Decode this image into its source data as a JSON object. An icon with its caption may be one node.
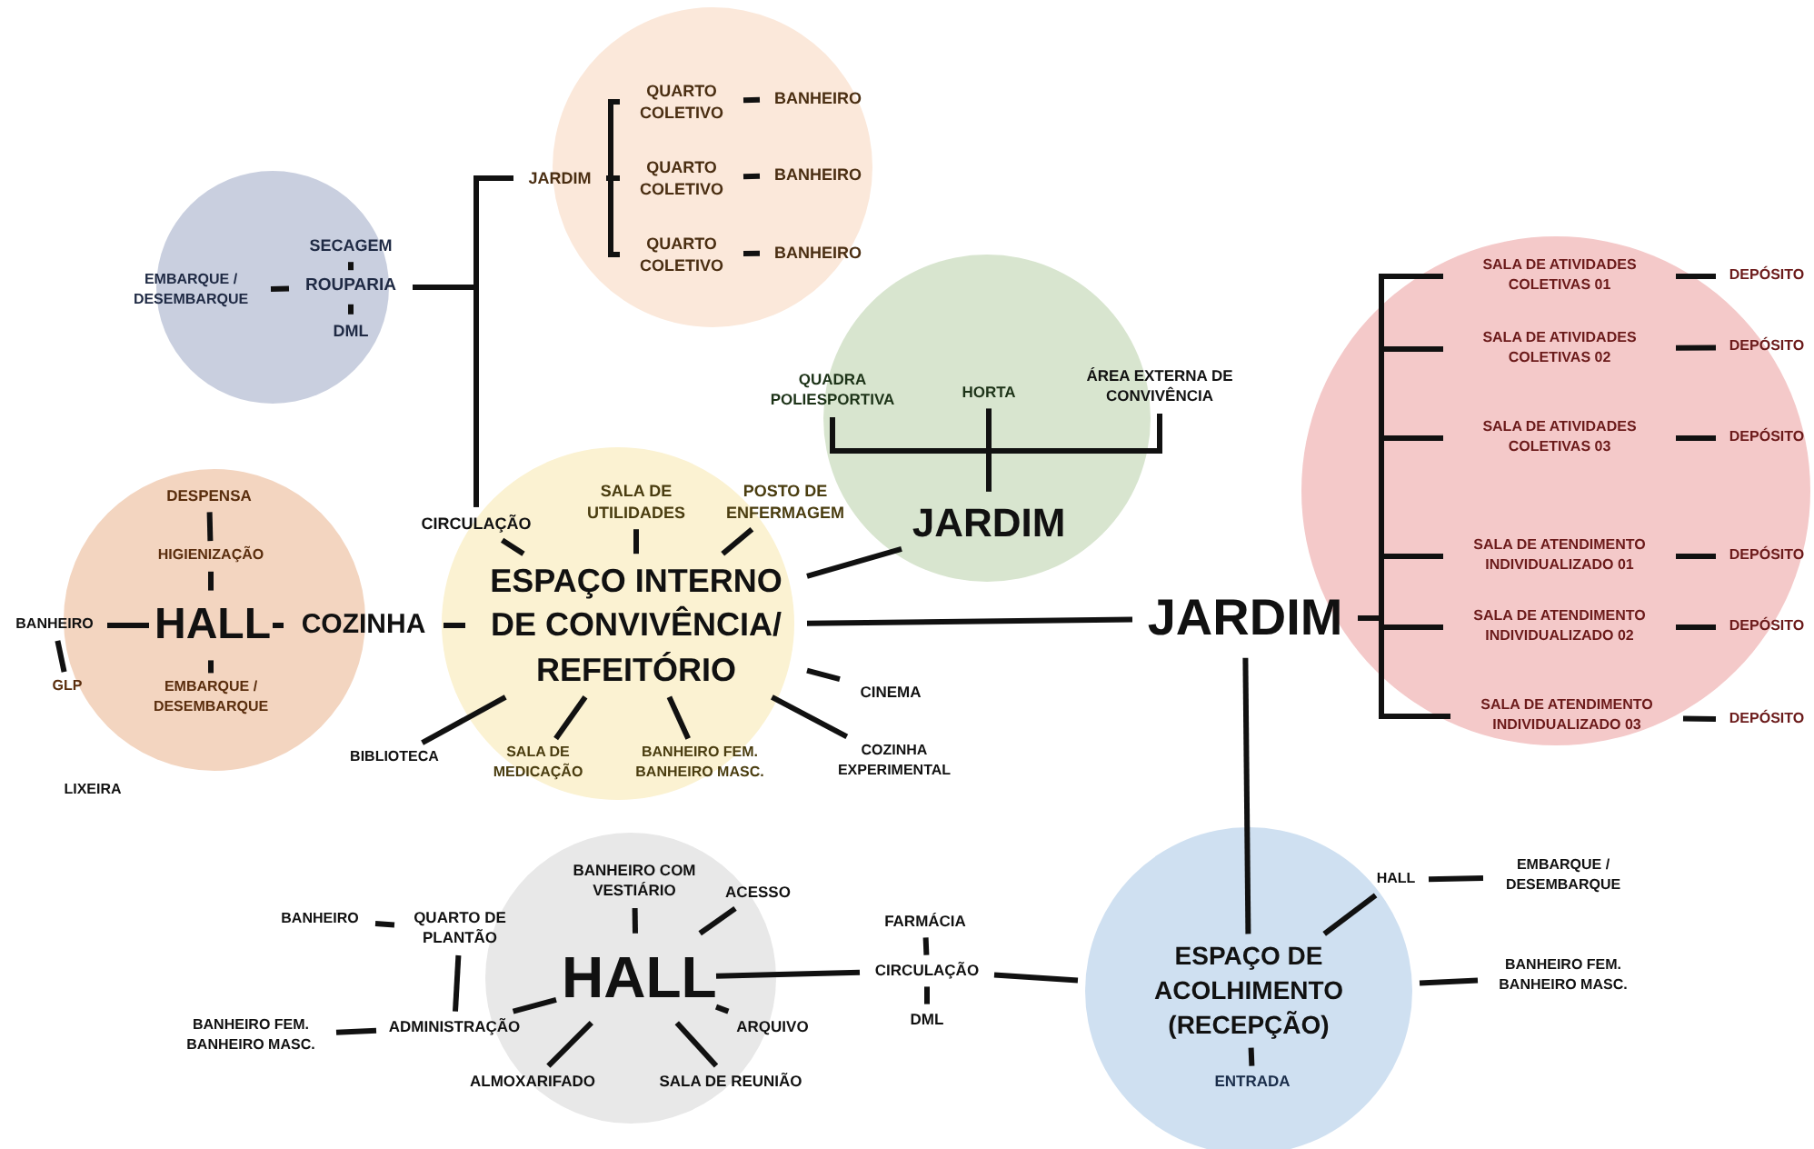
{
  "diagram": {
    "nodes": [
      {
        "text": [],
        "shape": "circle"
      },
      {
        "text": [
          "EMBARQUE / DESEMBARQUE"
        ],
        "in": 0
      },
      {
        "text": [
          "SECAGEM"
        ],
        "in": 0
      },
      {
        "text": [
          "ROUPARIA"
        ],
        "in": 0
      },
      {
        "text": [
          "DML"
        ],
        "in": 0
      },
      {
        "text": [],
        "shape": "circle"
      },
      {
        "text": [
          "JARDIM"
        ],
        "in": 5
      },
      {
        "text": [
          "QUARTO COLETIVO"
        ],
        "in": 5
      },
      {
        "text": [
          "BANHEIRO"
        ],
        "in": 5
      },
      {
        "text": [
          "QUARTO COLETIVO"
        ],
        "in": 5
      },
      {
        "text": [
          "BANHEIRO"
        ],
        "in": 5
      },
      {
        "text": [
          "QUARTO COLETIVO"
        ],
        "in": 5
      },
      {
        "text": [
          "BANHEIRO"
        ],
        "in": 5
      },
      {
        "text": [],
        "shape": "circle"
      },
      {
        "text": [
          "QUADRA POLIESPORTIVA"
        ],
        "in": 13
      },
      {
        "text": [
          "HORTA"
        ],
        "in": 13
      },
      {
        "text": [
          "ÁREA EXTERNA DE CONVIVÊNCIA"
        ]
      },
      {
        "text": [
          "JARDIM"
        ],
        "in": 13
      },
      {
        "text": [],
        "shape": "circle"
      },
      {
        "text": [
          "SALA DE ATIVIDADES COLETIVAS 01"
        ],
        "in": 18
      },
      {
        "text": [
          "DEPÓSITO"
        ],
        "in": 18
      },
      {
        "text": [
          "SALA DE ATIVIDADES COLETIVAS 02"
        ],
        "in": 18
      },
      {
        "text": [
          "DEPÓSITO"
        ],
        "in": 18
      },
      {
        "text": [
          "SALA DE ATIVIDADES COLETIVAS 03"
        ],
        "in": 18
      },
      {
        "text": [
          "DEPÓSITO"
        ],
        "in": 18
      },
      {
        "text": [
          "SALA DE ATENDIMENTO INDIVIDUALIZADO 01"
        ],
        "in": 18
      },
      {
        "text": [
          "DEPÓSITO"
        ],
        "in": 18
      },
      {
        "text": [
          "SALA DE ATENDIMENTO INDIVIDUALIZADO 02"
        ],
        "in": 18
      },
      {
        "text": [
          "DEPÓSITO"
        ],
        "in": 18
      },
      {
        "text": [
          "SALA DE ATENDIMENTO INDIVIDUALIZADO 03"
        ],
        "in": 18
      },
      {
        "text": [
          "DEPÓSITO"
        ],
        "in": 18
      },
      {
        "text": [],
        "shape": "circle"
      },
      {
        "text": [
          "DESPENSA"
        ],
        "in": 31
      },
      {
        "text": [
          "HIGIENIZAÇÃO"
        ],
        "in": 31
      },
      {
        "text": [
          "BANHEIRO"
        ]
      },
      {
        "text": [
          "HALL"
        ],
        "in": 31
      },
      {
        "text": [
          "COZINHA"
        ]
      },
      {
        "text": [
          "GLP"
        ],
        "in": 31
      },
      {
        "text": [
          "EMBARQUE / DESEMBARQUE"
        ],
        "in": 31
      },
      {
        "text": [],
        "shape": "circle"
      },
      {
        "text": [
          "CIRCULAÇÃO"
        ]
      },
      {
        "text": [
          "SALA DE UTILIDADES"
        ],
        "in": 39
      },
      {
        "text": [
          "POSTO DE ENFERMAGEM"
        ],
        "in": 39
      },
      {
        "text": [
          "ESPAÇO INTERNO DE CONVIVÊNCIA/ REFEITÓRIO"
        ],
        "in": 39
      },
      {
        "text": [
          "CINEMA"
        ]
      },
      {
        "text": [
          "BIBLIOTECA"
        ]
      },
      {
        "text": [
          "SALA DE MEDICAÇÃO"
        ],
        "in": 39
      },
      {
        "text": [
          "BANHEIRO FEM. BANHEIRO MASC."
        ],
        "in": 39
      },
      {
        "text": [
          "COZINHA EXPERIMENTAL"
        ]
      },
      {
        "text": [
          "JARDIM"
        ]
      },
      {
        "text": [],
        "shape": "circle"
      },
      {
        "text": [
          "BANHEIRO"
        ]
      },
      {
        "text": [
          "QUARTO DE PLANTÃO"
        ]
      },
      {
        "text": [
          "BANHEIRO COM VESTIÁRIO"
        ],
        "in": 50
      },
      {
        "text": [
          "ACESSO"
        ],
        "in": 50
      },
      {
        "text": [
          "HALL"
        ],
        "in": 50
      },
      {
        "text": [
          "BANHEIRO FEM. BANHEIRO MASC."
        ]
      },
      {
        "text": [
          "ADMINISTRAÇÃO"
        ]
      },
      {
        "text": [
          "ARQUIVO"
        ],
        "in": 50
      },
      {
        "text": [
          "ALMOXARIFADO"
        ],
        "in": 50
      },
      {
        "text": [
          "SALA DE REUNIÃO"
        ],
        "in": 50
      },
      {
        "text": [
          "FARMÁCIA"
        ]
      },
      {
        "text": [
          "CIRCULAÇÃO"
        ]
      },
      {
        "text": [
          "DML"
        ]
      },
      {
        "text": [],
        "shape": "circle"
      },
      {
        "text": [
          "HALL"
        ]
      },
      {
        "text": [
          "EMBARQUE / DESEMBARQUE"
        ]
      },
      {
        "text": [
          "ESPAÇO DE ACOLHIMENTO (RECEPÇÃO)"
        ],
        "in": 64
      },
      {
        "text": [
          "BANHEIRO FEM. BANHEIRO MASC."
        ]
      },
      {
        "text": [
          "ENTRADA"
        ],
        "in": 64
      }
    ],
    "edges": [
      {
        "from": 3,
        "to": 1,
        "arrow": "none"
      },
      {
        "from": 3,
        "to": 2,
        "arrow": "none"
      },
      {
        "from": 3,
        "to": 4,
        "arrow": "none"
      },
      {
        "from": 40,
        "to": 3,
        "arrow": "none"
      },
      {
        "from": 40,
        "to": 6,
        "arrow": "none"
      },
      {
        "from": 6,
        "to": 7,
        "arrow": "none"
      },
      {
        "from": 6,
        "to": 9,
        "arrow": "none"
      },
      {
        "from": 6,
        "to": 11,
        "arrow": "none"
      },
      {
        "from": 7,
        "to": 8,
        "arrow": "none"
      },
      {
        "from": 9,
        "to": 10,
        "arrow": "none"
      },
      {
        "from": 11,
        "to": 12,
        "arrow": "none"
      },
      {
        "from": 17,
        "to": 14,
        "arrow": "none"
      },
      {
        "from": 17,
        "to": 15,
        "arrow": "none"
      },
      {
        "from": 17,
        "to": 16,
        "arrow": "none"
      },
      {
        "from": 49,
        "to": 19,
        "arrow": "none"
      },
      {
        "from": 49,
        "to": 21,
        "arrow": "none"
      },
      {
        "from": 49,
        "to": 23,
        "arrow": "none"
      },
      {
        "from": 49,
        "to": 25,
        "arrow": "none"
      },
      {
        "from": 49,
        "to": 27,
        "arrow": "none"
      },
      {
        "from": 49,
        "to": 29,
        "arrow": "none"
      },
      {
        "from": 19,
        "to": 20,
        "arrow": "none"
      },
      {
        "from": 21,
        "to": 22,
        "arrow": "none"
      },
      {
        "from": 23,
        "to": 24,
        "arrow": "none"
      },
      {
        "from": 25,
        "to": 26,
        "arrow": "none"
      },
      {
        "from": 27,
        "to": 28,
        "arrow": "none"
      },
      {
        "from": 29,
        "to": 30,
        "arrow": "none"
      },
      {
        "from": 32,
        "to": 33,
        "arrow": "none"
      },
      {
        "from": 33,
        "to": 35,
        "arrow": "none"
      },
      {
        "from": 35,
        "to": 34,
        "arrow": "none"
      },
      {
        "from": 34,
        "to": 37,
        "arrow": "none"
      },
      {
        "from": 35,
        "to": 38,
        "arrow": "none"
      },
      {
        "from": 35,
        "to": 36,
        "arrow": "none"
      },
      {
        "from": 36,
        "to": 43,
        "arrow": "none"
      },
      {
        "from": 43,
        "to": 40,
        "arrow": "none"
      },
      {
        "from": 43,
        "to": 41,
        "arrow": "none"
      },
      {
        "from": 43,
        "to": 42,
        "arrow": "none"
      },
      {
        "from": 43,
        "to": 17,
        "arrow": "none"
      },
      {
        "from": 43,
        "to": 49,
        "arrow": "none"
      },
      {
        "from": 43,
        "to": 44,
        "arrow": "none"
      },
      {
        "from": 43,
        "to": 48,
        "arrow": "none"
      },
      {
        "from": 43,
        "to": 45,
        "arrow": "none"
      },
      {
        "from": 43,
        "to": 46,
        "arrow": "none"
      },
      {
        "from": 43,
        "to": 47,
        "arrow": "none"
      },
      {
        "from": 49,
        "to": 67,
        "arrow": "none"
      },
      {
        "from": 55,
        "to": 53,
        "arrow": "none"
      },
      {
        "from": 55,
        "to": 54,
        "arrow": "none"
      },
      {
        "from": 55,
        "to": 58,
        "arrow": "none"
      },
      {
        "from": 55,
        "to": 60,
        "arrow": "none"
      },
      {
        "from": 55,
        "to": 59,
        "arrow": "none"
      },
      {
        "from": 55,
        "to": 57,
        "arrow": "none"
      },
      {
        "from": 57,
        "to": 52,
        "arrow": "none"
      },
      {
        "from": 52,
        "to": 51,
        "arrow": "none"
      },
      {
        "from": 57,
        "to": 56,
        "arrow": "none"
      },
      {
        "from": 55,
        "to": 62,
        "arrow": "none"
      },
      {
        "from": 62,
        "to": 61,
        "arrow": "none"
      },
      {
        "from": 62,
        "to": 63,
        "arrow": "none"
      },
      {
        "from": 62,
        "to": 67,
        "arrow": "none"
      },
      {
        "from": 67,
        "to": 65,
        "arrow": "none"
      },
      {
        "from": 65,
        "to": 66,
        "arrow": "none"
      },
      {
        "from": 67,
        "to": 68,
        "arrow": "none"
      },
      {
        "from": 67,
        "to": 69,
        "arrow": "none"
      }
    ],
    "labels": [
      "LIXEIRA"
    ]
  }
}
